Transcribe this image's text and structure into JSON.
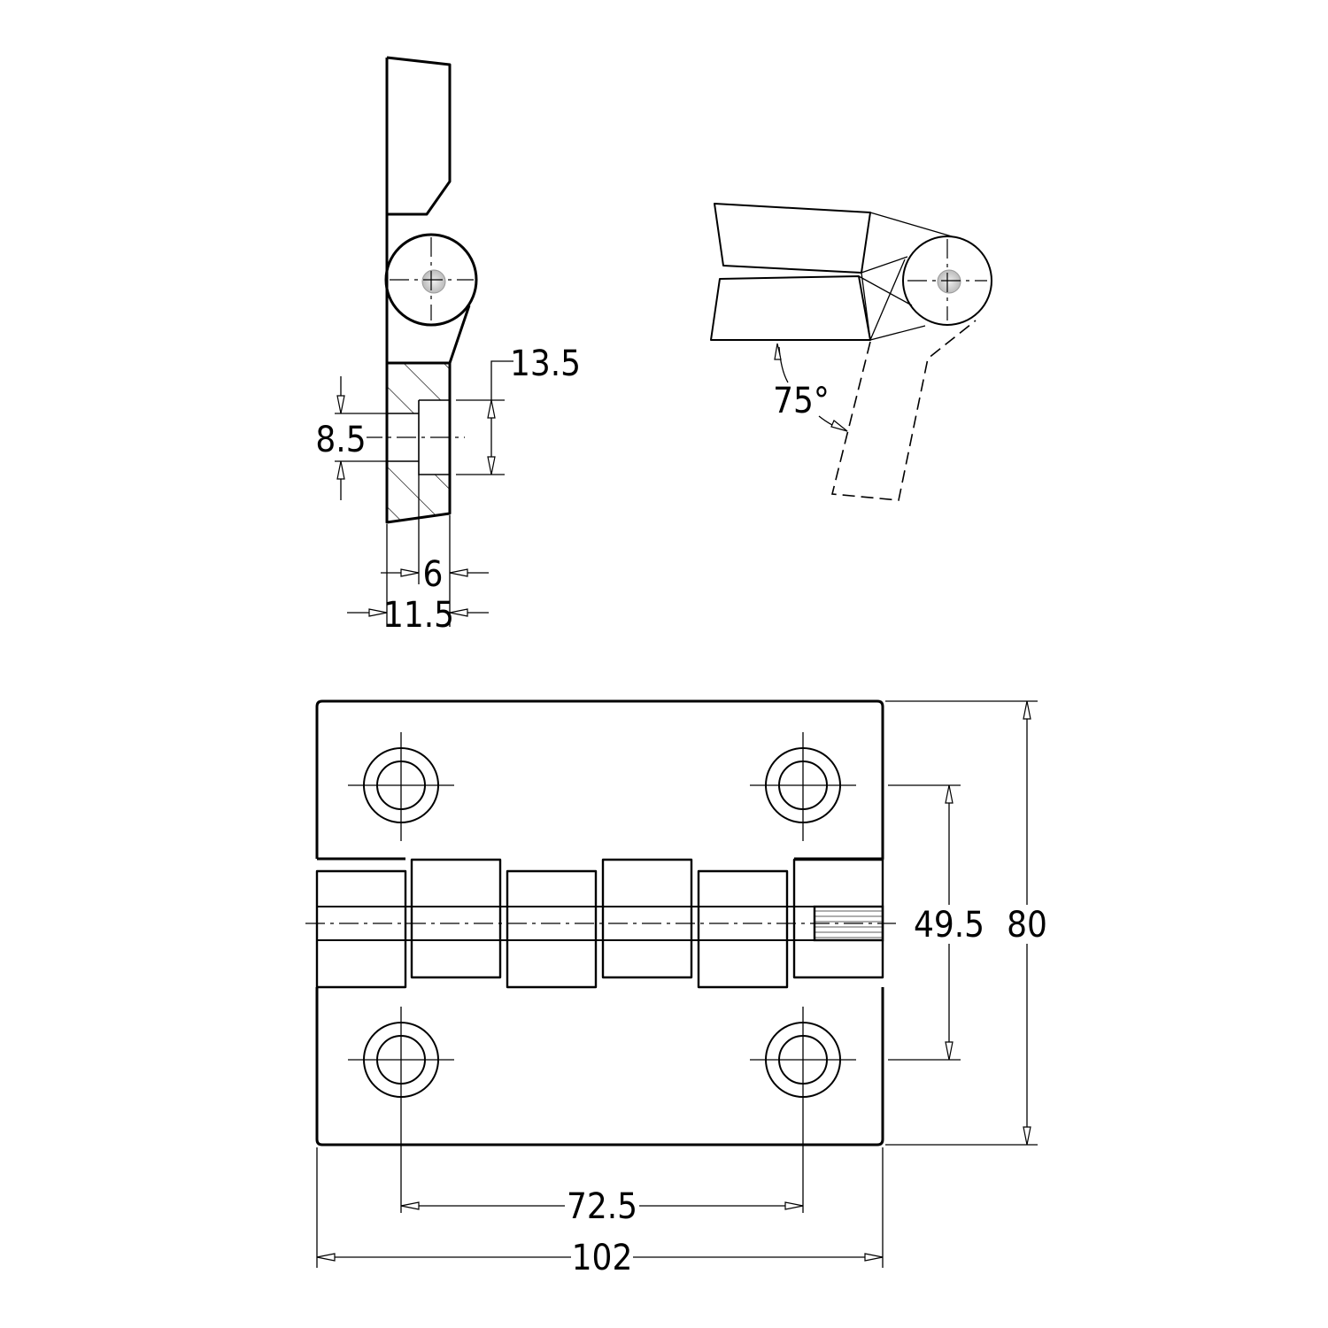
{
  "dimensions": {
    "side_counterbore_depth": "13.5",
    "side_hole_diameter": "8.5",
    "side_leaf_thickness_inner": "6",
    "side_leaf_thickness_total": "11.5",
    "opening_angle": "75°",
    "hole_spacing_vertical": "49.5",
    "plate_height": "80",
    "hole_spacing_horizontal": "72.5",
    "plate_width": "102"
  },
  "colors": {
    "line": "#000000",
    "background": "#ffffff"
  }
}
